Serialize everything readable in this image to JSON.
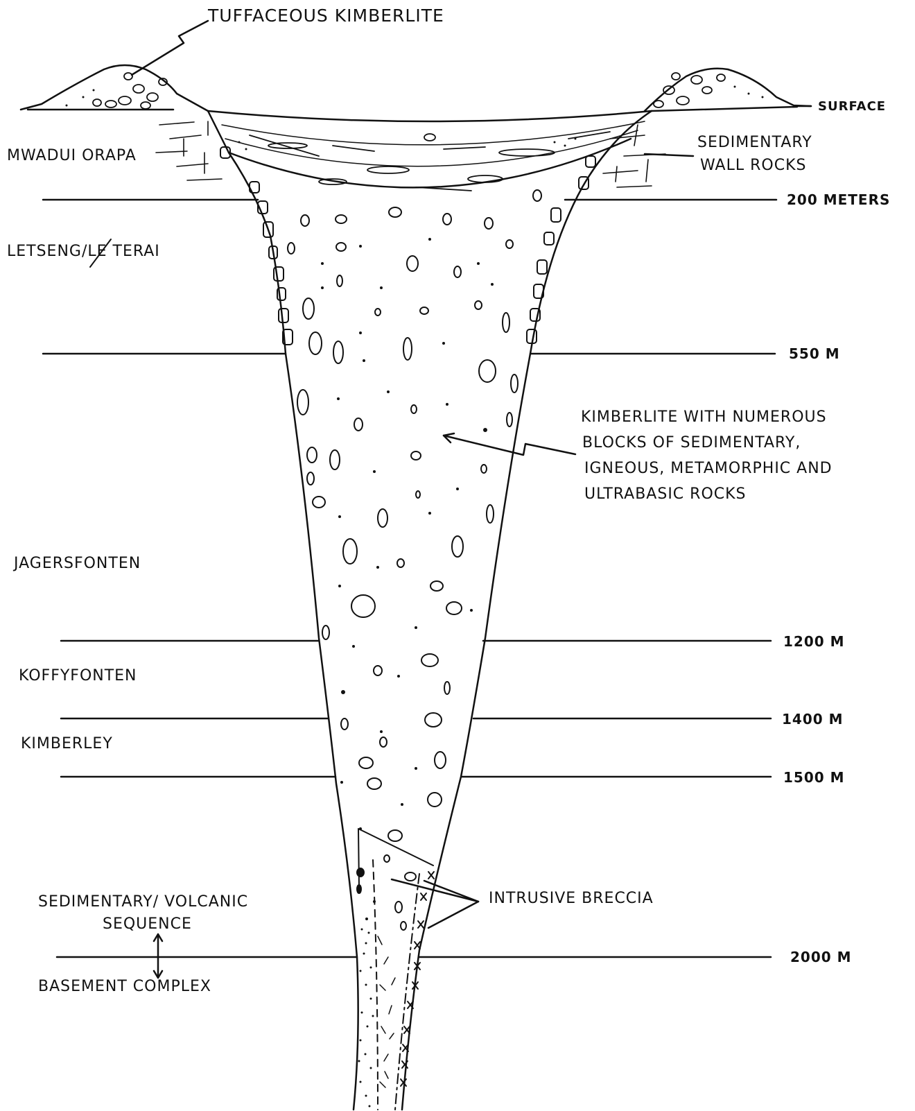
{
  "labels": {
    "tuffaceous": "TUFFACEOUS KIMBERLITE",
    "surface": "SURFACE",
    "mwadui": "MWADUI ORAPA",
    "sed_wall_1": "SEDIMENTARY",
    "sed_wall_2": "WALL ROCKS",
    "letseng": "LETSENG/LE TERAI",
    "kimberlite_1": "KIMBERLITE WITH NUMEROUS",
    "kimberlite_2": "BLOCKS OF SEDIMENTARY,",
    "kimberlite_3": "IGNEOUS, METAMORPHIC AND",
    "kimberlite_4": "ULTRABASIC ROCKS",
    "jagersfonten": "JAGERSFONTEN",
    "koffyfonten": "KOFFYFONTEN",
    "kimberley": "KIMBERLEY",
    "intrusive": "INTRUSIVE BRECCIA",
    "sed_volc_1": "SEDIMENTARY/ VOLCANIC",
    "sed_volc_2": "SEQUENCE",
    "basement": "BASEMENT COMPLEX"
  },
  "depth_markers": {
    "d200": "200 METERS",
    "d550": "550 M",
    "d1200": "1200 M",
    "d1400": "1400 M",
    "d1500": "1500 M",
    "d2000": "2000 M"
  },
  "colors": {
    "ink": "#111111",
    "paper": "#ffffff"
  }
}
